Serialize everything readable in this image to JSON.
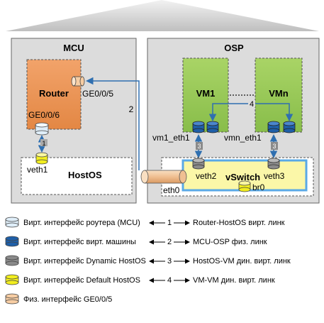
{
  "mcu": {
    "title": "MCU",
    "router_label": "Router",
    "ge005_label": "GE0/0/5",
    "ge006_label": "GE0/0/6",
    "veth1_label": "veth1",
    "hostos_label": "HostOS"
  },
  "osp": {
    "title": "OSP",
    "vm1_label": "VM1",
    "vmn_label": "VMn",
    "vm1_eth1_label": "vm1_eth1",
    "vmn_eth1_label": "vmn_eth1",
    "veth2_label": "veth2",
    "veth3_label": "veth3",
    "vswitch_label": "vSwitch",
    "br0_label": "br0",
    "eth0_label": "eth0"
  },
  "link_numbers": {
    "n1": "1",
    "n2": "2",
    "n3a": "3",
    "n3b": "3",
    "n4": "4"
  },
  "legend": [
    {
      "label": "Вирт. интерфейс роутера (MCU)",
      "color": "#dfeef9",
      "num": "1",
      "desc": "Router-HostOS вирт. линк"
    },
    {
      "label": "Вирт. интерфейс вирт. машины",
      "color": "#1f5fa8",
      "num": "2",
      "desc": "MCU-OSP  физ. линк"
    },
    {
      "label": "Вирт. интерфейс Dynamic HostOS",
      "color": "#8a8a8a",
      "num": "3",
      "desc": "HostOS-VM  дин. вирт. линк"
    },
    {
      "label": "Вирт. интерфейс Default HostOS",
      "color": "#f2ee1f",
      "num": "4",
      "desc": "VM-VM   дин. вирт. линк"
    },
    {
      "label": "Физ. интерфейс GE0/0/5",
      "color": "#f7cda3",
      "num": "",
      "desc": ""
    }
  ]
}
